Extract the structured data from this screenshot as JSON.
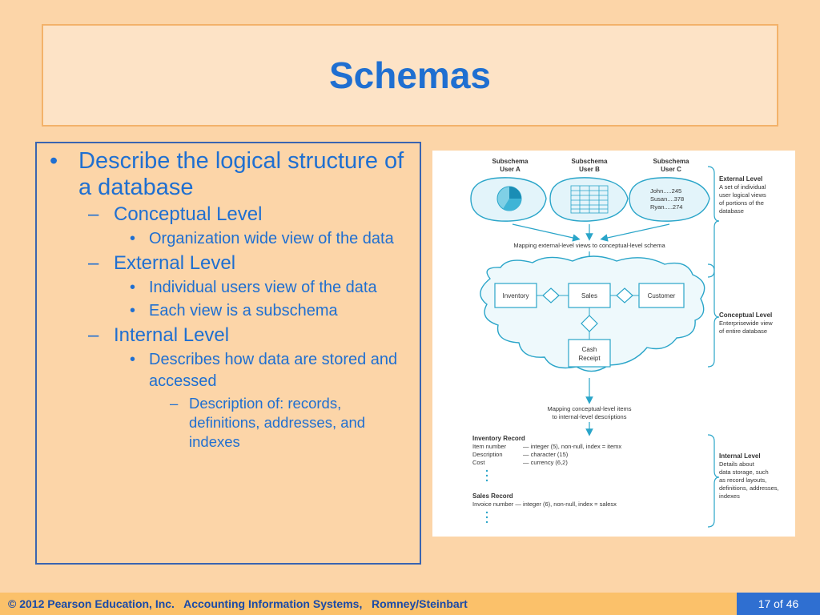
{
  "title": "Schemas",
  "bullets": {
    "b1": "Describe the logical structure of a database",
    "conceptual": "Conceptual Level",
    "conceptual_sub": "Organization wide view of the data",
    "external": "External Level",
    "external_sub1": "Individual users view of the data",
    "external_sub2": "Each view is a subschema",
    "internal": "Internal Level",
    "internal_sub": "Describes how data are stored and accessed",
    "internal_sub_sub": "Description of: records, definitions, addresses, and indexes",
    "mark_bullet": "•",
    "mark_dash": "–"
  },
  "diagram": {
    "subschema_a": [
      "Subschema",
      "User A"
    ],
    "subschema_b": [
      "Subschema",
      "User B"
    ],
    "subschema_c": [
      "Subschema",
      "User C"
    ],
    "user_c_rows": [
      "John.....245",
      "Susan....378",
      "Ryan.....274"
    ],
    "external_level": {
      "title": "External Level",
      "desc": [
        "A set of individual",
        "user logical views",
        "of portions of the",
        "database"
      ]
    },
    "mapping_external": "Mapping external-level views to conceptual-level schema",
    "entities": [
      "Inventory",
      "Sales",
      "Customer"
    ],
    "cash_receipt": [
      "Cash",
      "Receipt"
    ],
    "conceptual_level": {
      "title": "Conceptual Level",
      "desc": [
        "Enterprisewide view",
        "of entire database"
      ]
    },
    "mapping_conceptual": [
      "Mapping conceptual-level items",
      "to internal-level descriptions"
    ],
    "inventory_record": {
      "title": "Inventory Record",
      "rows": [
        [
          "Item number",
          "— integer (5), non-null, index = itemx"
        ],
        [
          "Description",
          "— character (15)"
        ],
        [
          "Cost",
          "— currency (6,2)"
        ]
      ]
    },
    "sales_record": {
      "title": "Sales Record",
      "row": "Invoice number — integer (6), non-null, index = salesx"
    },
    "internal_level": {
      "title": "Internal Level",
      "desc": [
        "Details about",
        "data storage, such",
        "as record layouts,",
        "definitions, addresses,",
        "indexes"
      ]
    }
  },
  "footer": {
    "text": "© 2012 Pearson Education, Inc.   Accounting Information Systems,   Romney/Steinbart",
    "page": "17 of 46"
  },
  "colors": {
    "background": "#fcd5a8",
    "title": "#1f6fd1",
    "footer": "#fbc16a",
    "page_box": "#2f6fd1",
    "diagram_line": "#2aa5c9",
    "diagram_fill": "#e3f4fa"
  }
}
